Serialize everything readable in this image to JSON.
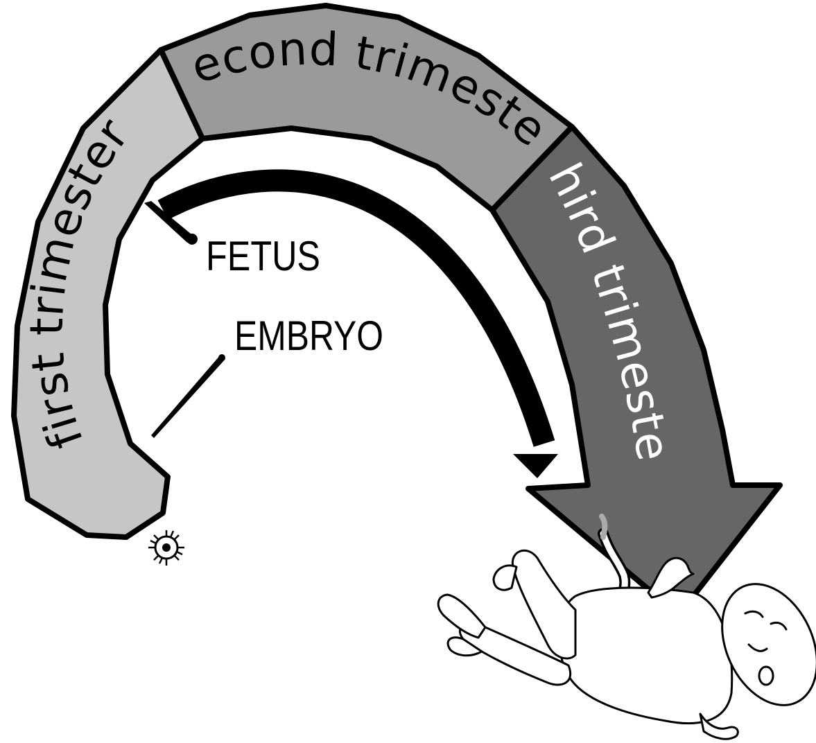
{
  "trimesters": [
    {
      "label": "first trimester",
      "color": "#c6c6c6",
      "text_color": "#000000"
    },
    {
      "label": "second trimester",
      "color": "#9a9a9a",
      "text_color": "#000000"
    },
    {
      "label": "third trimester",
      "color": "#666666",
      "text_color": "#ffffff"
    }
  ],
  "stages": {
    "fetus": "FETUS",
    "embryo": "EMBRYO"
  },
  "colors": {
    "outline": "#000000",
    "background": "#ffffff"
  }
}
